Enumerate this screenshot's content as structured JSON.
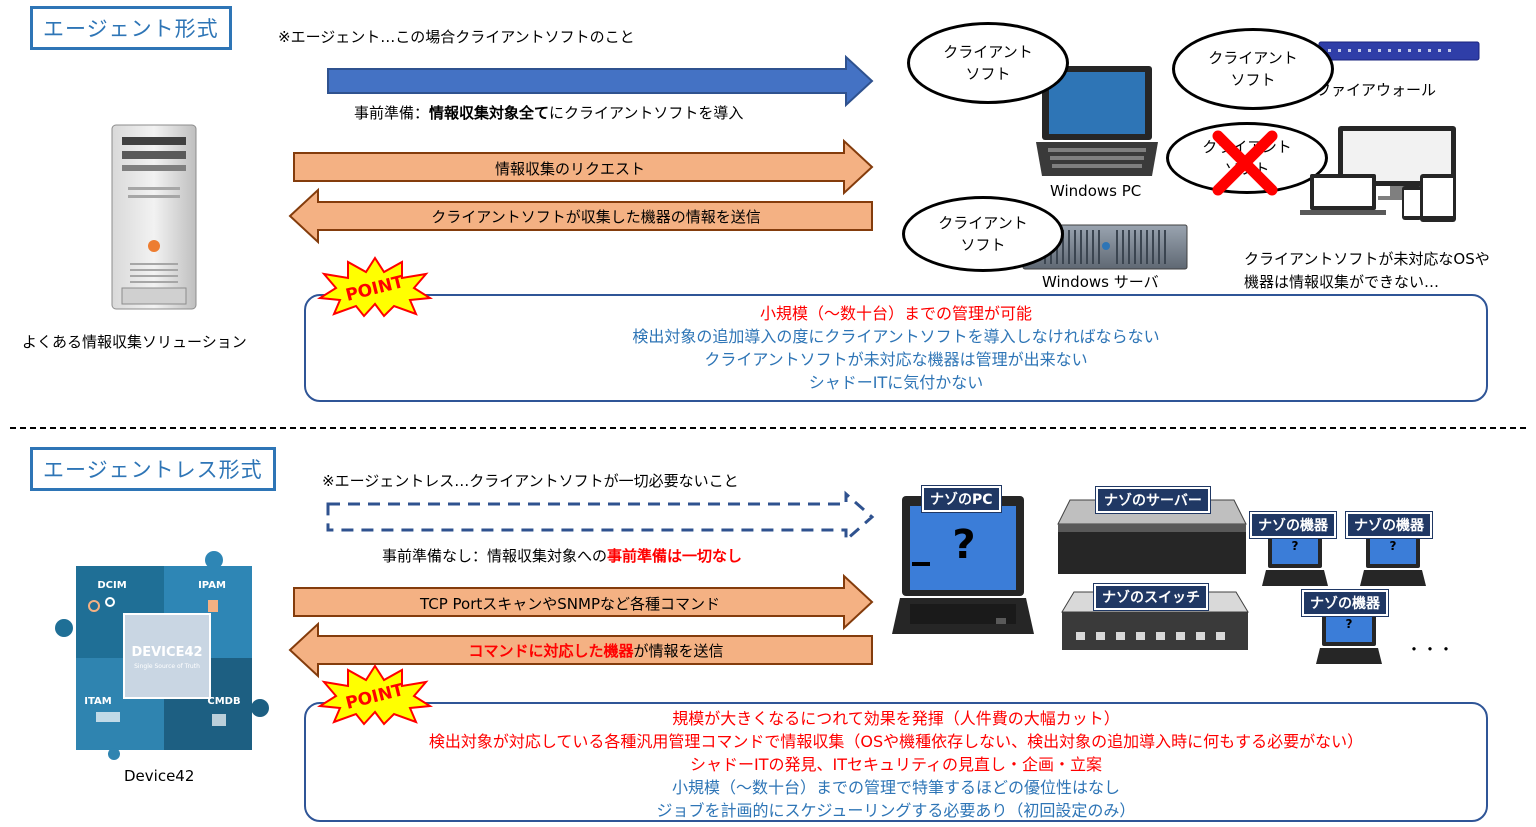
{
  "agent": {
    "title": "エージェント形式",
    "note": "※エージェント…この場合クライアントソフトのこと",
    "prep_prefix": "事前準備：",
    "prep_bold": "情報収集対象全て",
    "prep_suffix": "にクライアントソフトを導入",
    "request_label": "情報収集のリクエスト",
    "response_label": "クライアントソフトが収集した機器の情報を送信",
    "server_caption": "よくある情報収集ソリューション",
    "bubbles": [
      "クライアント\nソフト",
      "クライアント\nソフト",
      "クライアント\nソフト",
      "クライアント\nソフト"
    ],
    "windows_pc": "Windows PC",
    "windows_server": "Windows サーバ",
    "firewall": "ファイアウォール",
    "unsupported_line1": "クライアントソフトが未対応なOSや",
    "unsupported_line2": "機器は情報収集ができない…",
    "point_badge": "POINT",
    "points": [
      {
        "text": "小規模（～数十台）までの管理が可能",
        "color": "#ff0000"
      },
      {
        "text": "検出対象の追加導入の度にクライアントソフトを導入しなければならない",
        "color": "#2e75b6"
      },
      {
        "text": "クライアントソフトが未対応な機器は管理が出来ない",
        "color": "#2e75b6"
      },
      {
        "text": "シャドーITに気付かない",
        "color": "#2e75b6"
      }
    ]
  },
  "agentless": {
    "title": "エージェントレス形式",
    "note": "※エージェントレス…クライアントソフトが一切必要ないこと",
    "prep_prefix": "事前準備なし：情報収集対象への",
    "prep_bold_red": "事前準備は一切なし",
    "command_label": "TCP PortスキャンやSNMPなど各種コマンド",
    "response_red": "コマンドに対応した機器",
    "response_suffix": "が情報を送信",
    "device42_caption": "Device42",
    "puzzle": {
      "dcim": "DCIM",
      "ipam": "IPAM",
      "itam": "ITAM",
      "cmdb": "CMDB",
      "logo": "DEVICE42",
      "tagline": "Single Source of Truth"
    },
    "nazo_pc": "ナゾのPC",
    "nazo_server": "ナゾのサーバー",
    "nazo_switch": "ナゾのスイッチ",
    "nazo_device": "ナゾの機器",
    "question": "?",
    "ellipsis": "・・・",
    "point_badge": "POINT",
    "points": [
      {
        "text": "規模が大きくなるにつれて効果を発揮（人件費の大幅カット）",
        "color": "#ff0000"
      },
      {
        "text": "検出対象が対応している各種汎用管理コマンドで情報収集（OSや機種依存しない、検出対象の追加導入時に何もする必要がない）",
        "color": "#ff0000"
      },
      {
        "text": "シャドーITの発見、ITセキュリティの見直し・企画・立案",
        "color": "#ff0000"
      },
      {
        "text": "小規模（～数十台）までの管理で特筆するほどの優位性はなし",
        "color": "#2e75b6"
      },
      {
        "text": "ジョブを計画的にスケジューリングする必要あり（初回設定のみ）",
        "color": "#2e75b6"
      }
    ]
  },
  "colors": {
    "accent_blue": "#2e75b6",
    "arrow_blue": "#4472c4",
    "arrow_orange": "#f4b183",
    "navy": "#203864",
    "red": "#ff0000"
  }
}
